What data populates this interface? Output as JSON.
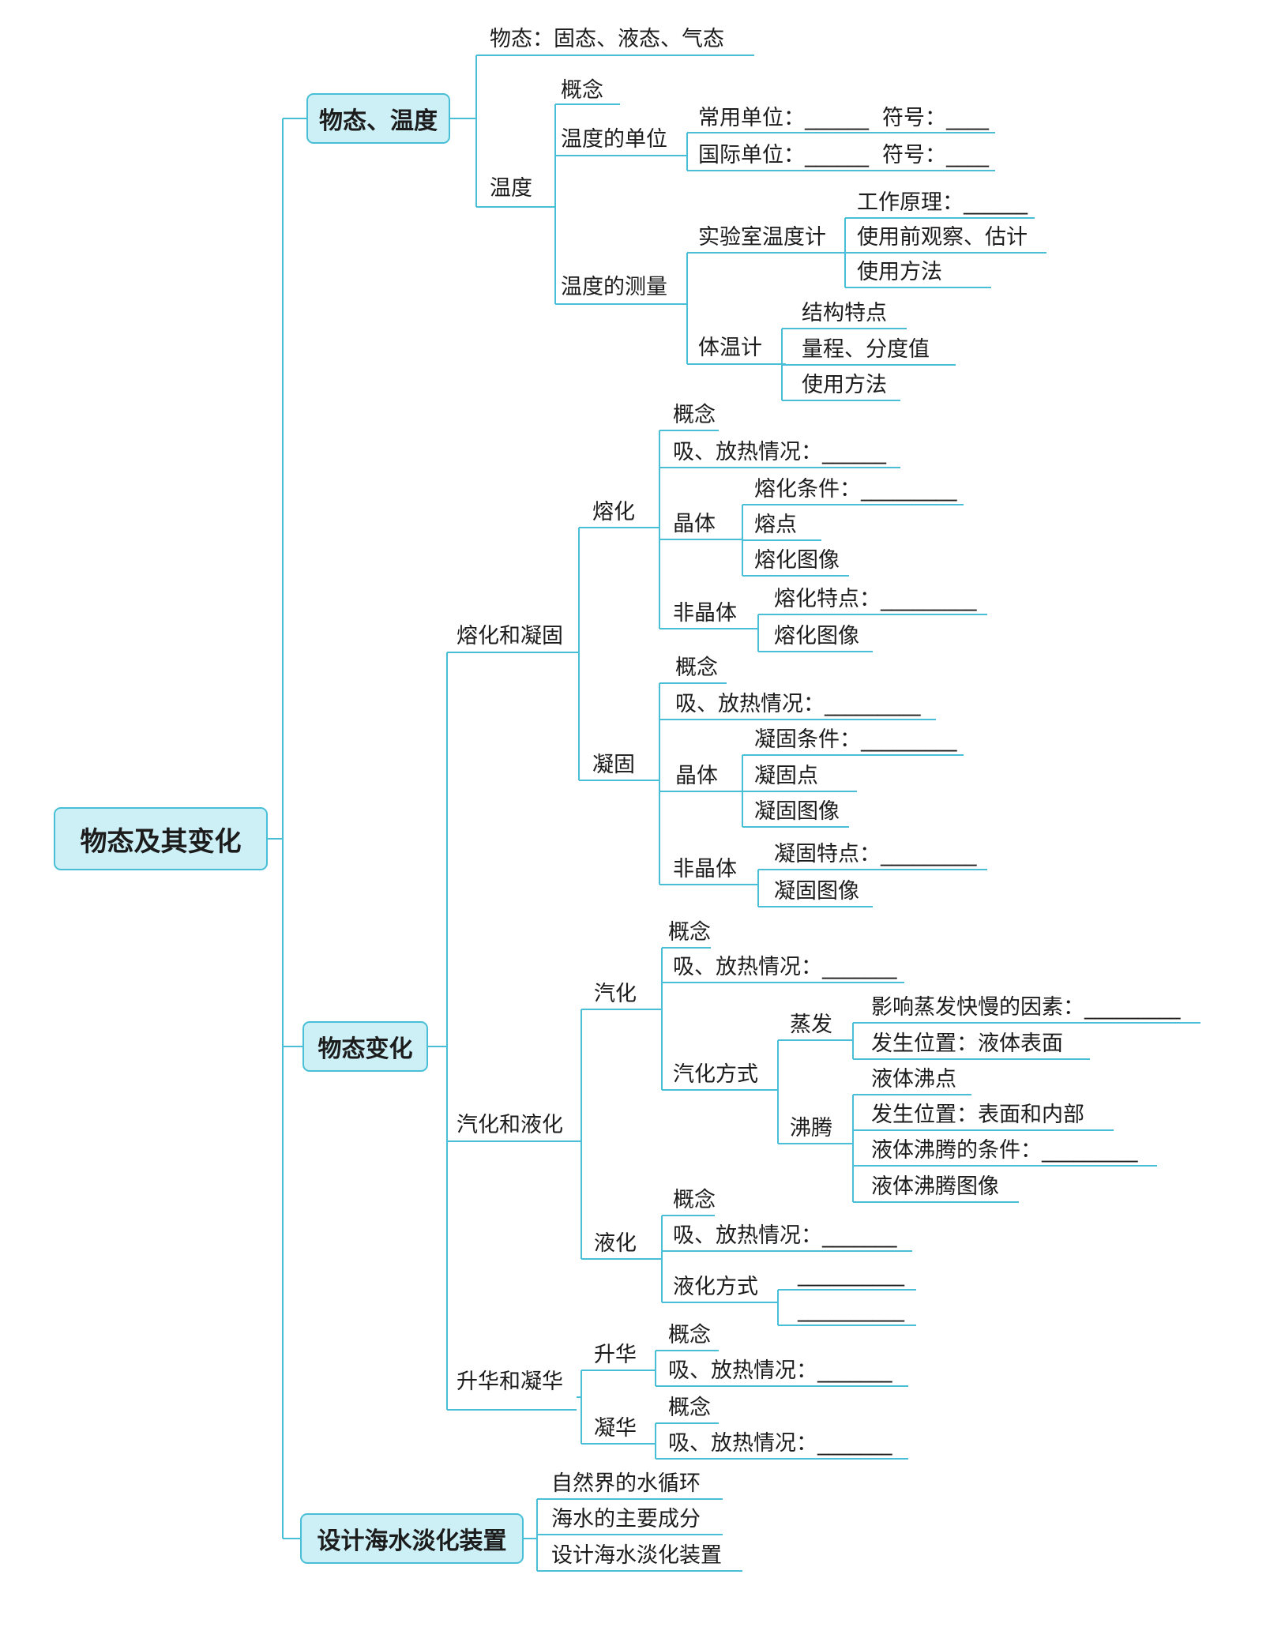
{
  "accent_color": "#48bfd6",
  "box_fill": "#cdf0f7",
  "root": "物态及其变化",
  "branches": {
    "temperature": {
      "title": "物态、温度",
      "states": "物态：固态、液态、气态",
      "temp": "温度",
      "concept": "概念",
      "unit": "温度的单位",
      "common_unit": "常用单位：______",
      "common_symbol": "符号：____",
      "si_unit": "国际单位：______",
      "si_symbol": "符号：____",
      "measure": "温度的测量",
      "lab": "实验室温度计",
      "lab_principle": "工作原理：______",
      "lab_observe": "使用前观察、估计",
      "lab_method": "使用方法",
      "clinical": "体温计",
      "cl_structure": "结构特点",
      "cl_range": "量程、分度值",
      "cl_method": "使用方法"
    },
    "change": {
      "title": "物态变化",
      "melt_solid": "熔化和凝固",
      "melting": "熔化",
      "m_concept": "概念",
      "m_heat": "吸、放热情况：______",
      "m_crystal": "晶体",
      "m_cond": "熔化条件：_________",
      "m_point": "熔点",
      "m_graph": "熔化图像",
      "m_amorph": "非晶体",
      "m_feature": "熔化特点：_________",
      "m_graph2": "熔化图像",
      "solidify": "凝固",
      "s_concept": "概念",
      "s_heat": "吸、放热情况：_________",
      "s_crystal": "晶体",
      "s_cond": "凝固条件：_________",
      "s_point": "凝固点",
      "s_graph": "凝固图像",
      "s_amorph": "非晶体",
      "s_feature": "凝固特点：_________",
      "s_graph2": "凝固图像",
      "vap_liq": "汽化和液化",
      "vaporize": "汽化",
      "v_concept": "概念",
      "v_heat": "吸、放热情况：_______",
      "v_ways": "汽化方式",
      "evap": "蒸发",
      "evap_factor": "影响蒸发快慢的因素：_________",
      "evap_pos": "发生位置：液体表面",
      "boil": "沸腾",
      "boil_point": "液体沸点",
      "boil_pos": "发生位置：表面和内部",
      "boil_cond": "液体沸腾的条件：_________",
      "boil_graph": "液体沸腾图像",
      "liquefy": "液化",
      "l_concept": "概念",
      "l_heat": "吸、放热情况：_______",
      "l_ways": "液化方式",
      "l_way1": "__________",
      "l_way2": "__________",
      "sub_dep": "升华和凝华",
      "sublime": "升华",
      "sub_concept": "概念",
      "sub_heat": "吸、放热情况：_______",
      "deposit": "凝华",
      "dep_concept": "概念",
      "dep_heat": "吸、放热情况：_______"
    },
    "desal": {
      "title": "设计海水淡化装置",
      "cycle": "自然界的水循环",
      "composition": "海水的主要成分",
      "device": "设计海水淡化装置"
    }
  }
}
